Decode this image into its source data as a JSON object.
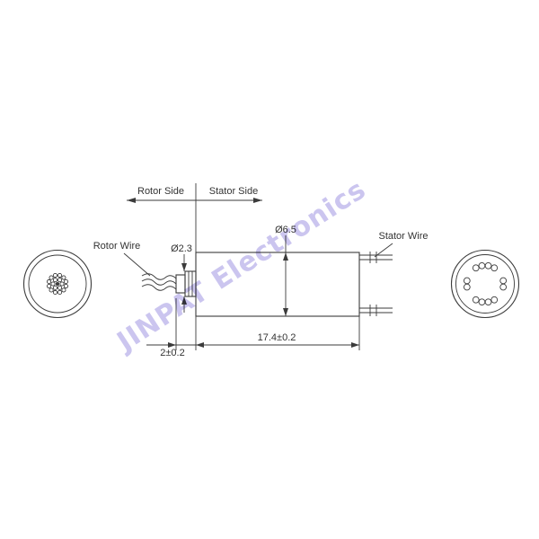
{
  "watermark": "JINPAT Electronics",
  "labels": {
    "rotor_side": "Rotor Side",
    "stator_side": "Stator Side",
    "rotor_wire": "Rotor Wire",
    "stator_wire": "Stator Wire"
  },
  "dimensions": {
    "shaft_diameter": "Ø2.3",
    "body_diameter": "Ø6.5",
    "shaft_length": "2±0.2",
    "body_length": "17.4±0.2"
  },
  "colors": {
    "line": "#3b3b3b",
    "text": "#333333",
    "watermark": "#b9b2ea",
    "background": "#ffffff"
  }
}
